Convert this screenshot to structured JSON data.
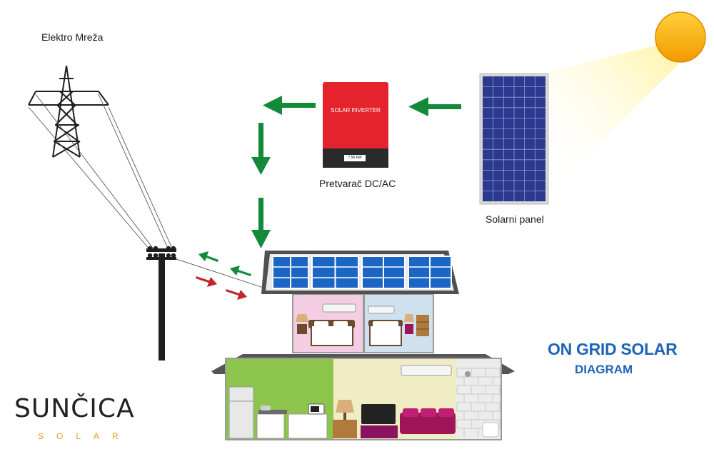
{
  "labels": {
    "grid": "Elektro Mreža",
    "inverter_caption": "Pretvarač DC/AC",
    "panel_caption": "Solarni panel"
  },
  "inverter": {
    "text": "SOLAR INVERTER",
    "rating": "7.56 KW"
  },
  "title": {
    "line1": "ON GRID SOLAR",
    "line2": "DIAGRAM"
  },
  "logo": {
    "main": "SUNČICA",
    "sub": "SOLAR"
  },
  "colors": {
    "flow_green": "#138a3a",
    "flow_red": "#c0282a",
    "inverter_red": "#e4232d",
    "panel_blue": "#2b3a8f",
    "title_blue": "#1f65b4",
    "sun": "#f7b500"
  }
}
